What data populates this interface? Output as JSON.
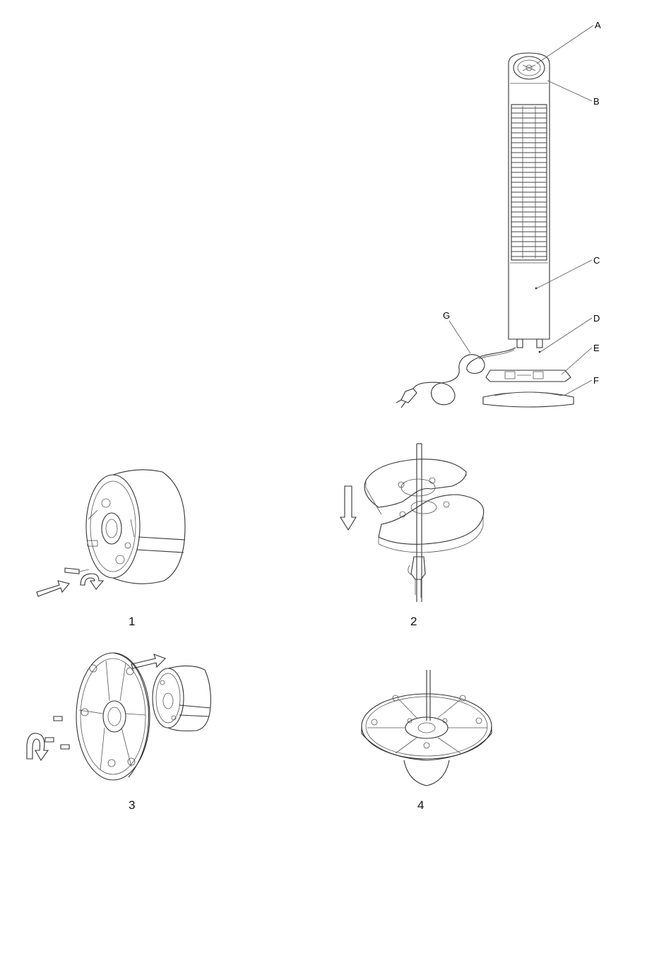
{
  "parts": {
    "a": "A",
    "b": "B",
    "c": "C",
    "d": "D",
    "e": "E",
    "f": "F",
    "g": "G"
  },
  "steps": {
    "s1": "1",
    "s2": "2",
    "s3": "3",
    "s4": "4"
  }
}
